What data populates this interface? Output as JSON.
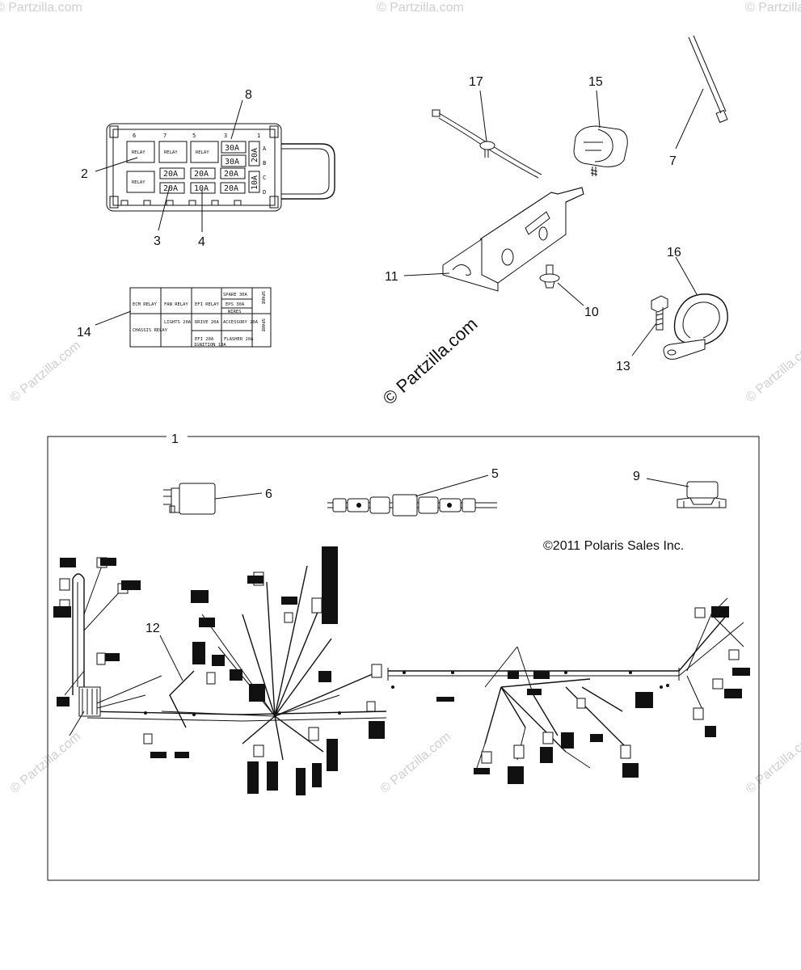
{
  "watermarks": {
    "corner": "© Partzilla.com",
    "center": "© Partzilla.com"
  },
  "copyright": "©2011 Polaris Sales Inc.",
  "callouts": {
    "c1": "1",
    "c2": "2",
    "c3": "3",
    "c4": "4",
    "c5": "5",
    "c6": "6",
    "c7": "7",
    "c8": "8",
    "c9": "9",
    "c10": "10",
    "c11": "11",
    "c12": "12",
    "c13": "13",
    "c14": "14",
    "c15": "15",
    "c16": "16",
    "c17": "17"
  },
  "fuse_box": {
    "top_numbers": [
      "6",
      "7",
      "5",
      "3",
      "1"
    ],
    "side_letters": [
      "A",
      "B",
      "C",
      "D"
    ],
    "relay_label": "RELAY",
    "fuses_row1": [
      "30A"
    ],
    "fuses_row2": [
      "30A"
    ],
    "fuses_row3": [
      "20A",
      "20A",
      "20A"
    ],
    "fuses_row4": [
      "20A",
      "10A",
      "20A"
    ],
    "side_fuse_top": "20A",
    "side_fuse_bottom": "10A"
  },
  "fuse_label": {
    "r1": [
      "ECM RELAY",
      "FAN RELAY",
      "EFI RELAY",
      "SPARE 30A"
    ],
    "r2": [
      "EPS 30A"
    ],
    "r3": [
      "WIRES"
    ],
    "r4": [
      "CHASSIS RELAY",
      "LIGHTS 20A",
      "DRIVE 20A",
      "ACCESSORY 20A"
    ],
    "r5": [
      "EFI 20A",
      "IGNITION 10A",
      "FLASHER 20A"
    ],
    "side_top": "SPARE",
    "side_bottom": "SPARE"
  }
}
